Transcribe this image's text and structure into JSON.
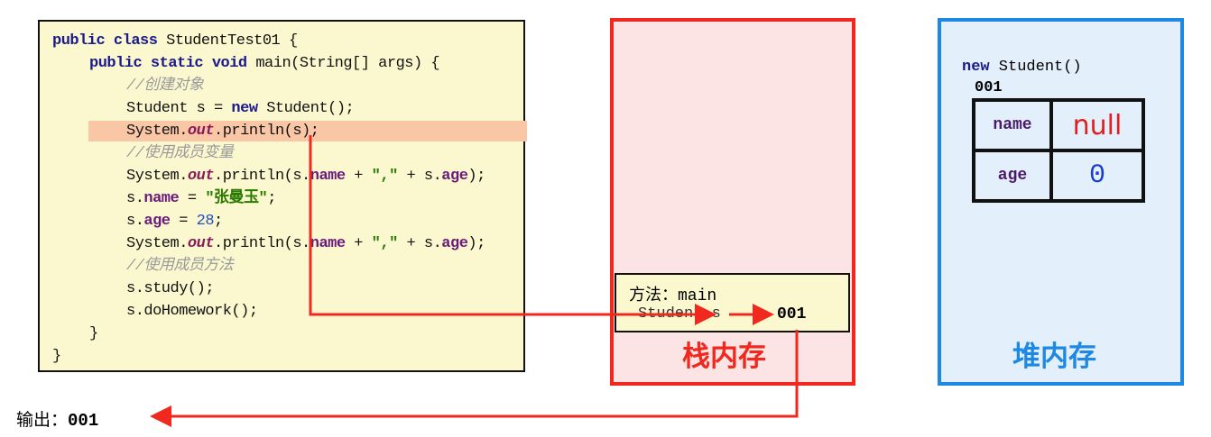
{
  "code": {
    "highlighted_line": 4,
    "lines": [
      {
        "indent": 0,
        "tokens": [
          [
            "kw",
            "public class "
          ],
          [
            "",
            "StudentTest01 {"
          ]
        ]
      },
      {
        "indent": 1,
        "tokens": [
          [
            "kw",
            "public static void "
          ],
          [
            "",
            "main(String[] args) {"
          ]
        ]
      },
      {
        "indent": 2,
        "tokens": [
          [
            "cm",
            "//创建对象"
          ]
        ]
      },
      {
        "indent": 2,
        "tokens": [
          [
            "",
            "Student s = "
          ],
          [
            "kw",
            "new "
          ],
          [
            "",
            "Student();"
          ]
        ]
      },
      {
        "indent": 2,
        "tokens": [
          [
            "",
            "System."
          ],
          [
            "st",
            "out"
          ],
          [
            "",
            ".println(s);"
          ]
        ]
      },
      {
        "indent": 2,
        "tokens": [
          [
            "cm",
            "//使用成员变量"
          ]
        ]
      },
      {
        "indent": 2,
        "tokens": [
          [
            "",
            "System."
          ],
          [
            "st",
            "out"
          ],
          [
            "",
            ".println(s."
          ],
          [
            "fld",
            "name"
          ],
          [
            "",
            " + "
          ],
          [
            "str",
            "\",\""
          ],
          [
            "",
            " + s."
          ],
          [
            "fld",
            "age"
          ],
          [
            "",
            ");"
          ]
        ]
      },
      {
        "indent": 2,
        "tokens": [
          [
            "",
            "s."
          ],
          [
            "fld",
            "name"
          ],
          [
            "",
            " = "
          ],
          [
            "str",
            "\"张曼玉\""
          ],
          [
            "",
            ";"
          ]
        ]
      },
      {
        "indent": 2,
        "tokens": [
          [
            "",
            "s."
          ],
          [
            "fld",
            "age"
          ],
          [
            "",
            " = "
          ],
          [
            "num",
            "28"
          ],
          [
            "",
            ";"
          ]
        ]
      },
      {
        "indent": 2,
        "tokens": [
          [
            "",
            "System."
          ],
          [
            "st",
            "out"
          ],
          [
            "",
            ".println(s."
          ],
          [
            "fld",
            "name"
          ],
          [
            "",
            " + "
          ],
          [
            "str",
            "\",\""
          ],
          [
            "",
            " + s."
          ],
          [
            "fld",
            "age"
          ],
          [
            "",
            ");"
          ]
        ]
      },
      {
        "indent": 2,
        "tokens": [
          [
            "cm",
            "//使用成员方法"
          ]
        ]
      },
      {
        "indent": 2,
        "tokens": [
          [
            "",
            "s.study();"
          ]
        ]
      },
      {
        "indent": 2,
        "tokens": [
          [
            "",
            "s.doHomework();"
          ]
        ]
      },
      {
        "indent": 1,
        "tokens": [
          [
            "",
            "}"
          ]
        ]
      },
      {
        "indent": 0,
        "tokens": [
          [
            "",
            "}"
          ]
        ]
      }
    ]
  },
  "stack": {
    "label": "栈内存",
    "frame_method": "方法：main",
    "frame_var": "Student s",
    "frame_value": "001"
  },
  "heap": {
    "label": "堆内存",
    "new_expr_kw": "new",
    "new_expr": " Student()",
    "address": "001",
    "fields": [
      {
        "name": "name",
        "value": "null",
        "color": "#e02020"
      },
      {
        "name": "age",
        "value": "0",
        "color": "#1a3fd0"
      }
    ]
  },
  "output": {
    "label": "输出：",
    "value": "001"
  },
  "colors": {
    "arrow": "#f0281e",
    "stack_border": "#f0281e",
    "heap_border": "#1e88e5"
  }
}
